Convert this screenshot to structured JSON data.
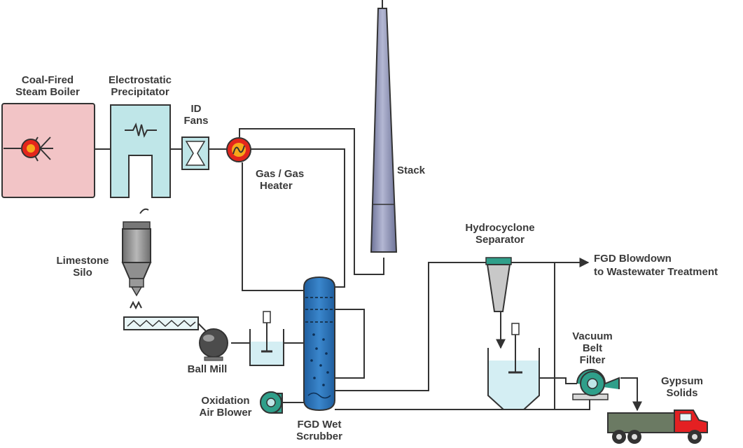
{
  "labels": {
    "boiler": [
      "Coal-Fired",
      "Steam Boiler"
    ],
    "esp": [
      "Electrostatic",
      "Precipitator"
    ],
    "fans": [
      "ID",
      "Fans"
    ],
    "gas_heater": [
      "Gas / Gas",
      "Heater"
    ],
    "stack": "Stack",
    "limestone_silo": [
      "Limestone",
      "Silo"
    ],
    "ball_mill": "Ball Mill",
    "oxidation_blower": [
      "Oxidation",
      "Air Blower"
    ],
    "scrubber": [
      "FGD Wet",
      "Scrubber"
    ],
    "hydrocyclone": [
      "Hydrocyclone",
      "Separator"
    ],
    "blowdown": [
      "FGD Blowdown",
      "to Wastewater Treatment"
    ],
    "vacuum_filter": [
      "Vacuum",
      "Belt",
      "Filter"
    ],
    "gypsum": [
      "Gypsum",
      "Solids"
    ]
  },
  "colors": {
    "boiler_fill": "#f2c4c6",
    "equipment_fill": "#bfe6e8",
    "equipment_stroke": "#333333",
    "heater_fill": "#e3261c",
    "heater_core": "#f7a81b",
    "scrubber_fill": "#2d73b8",
    "stack_fill": "#8a8fb3",
    "silo_fill": "#8f8f8f",
    "tank_liquid": "#d4eef3",
    "blower_fill": "#2f9f8a",
    "truck_body": "#6b7a63",
    "truck_cab": "#e42022",
    "pipe": "#333333"
  },
  "icons": [
    "flame-icon",
    "fan-icon",
    "heater-icon",
    "mixer-icon",
    "pump-icon",
    "blower-icon",
    "truck-icon"
  ]
}
